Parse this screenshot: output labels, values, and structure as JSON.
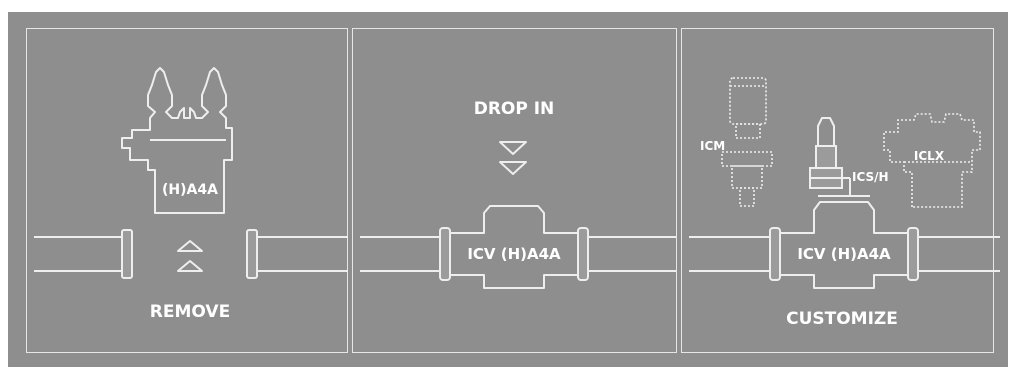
{
  "panels": {
    "remove": {
      "title": "REMOVE",
      "valve_label": "(H)A4A"
    },
    "drop_in": {
      "title": "DROP IN",
      "valve_label": "ICV (H)A4A"
    },
    "customize": {
      "title": "CUSTOMIZE",
      "valve_label": "ICV (H)A4A",
      "icm_label": "ICM",
      "ics_label": "ICS/H",
      "iclx_label": "ICLX"
    }
  },
  "colors": {
    "background": "#8e8e8e",
    "line": "#eeeeee"
  }
}
